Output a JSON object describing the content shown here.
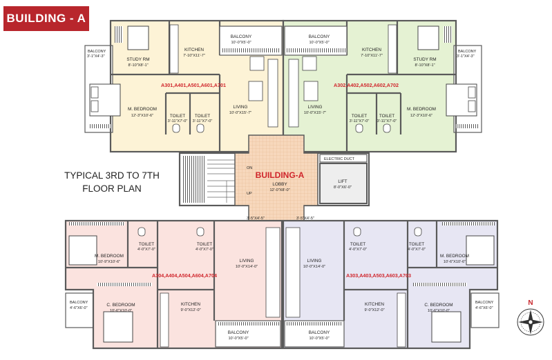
{
  "header": {
    "badge": "BUILDING - A"
  },
  "caption": {
    "line1": "TYPICAL 3RD TO 7TH",
    "line2": "FLOOR PLAN"
  },
  "core": {
    "building_label": "BUILDING-A",
    "lobby": "LOBBY",
    "lobby_dim": "12'-0\"X8'-0\"",
    "lift": "LIFT",
    "lift_dim": "8'-0\"X6'-0\"",
    "duct": "ELECTRIC DUCT",
    "stair_on": "ON",
    "stair_up": "UP",
    "passage_left": "3'-5\"X4'-5\"",
    "passage_right": "3'-5\"X4'-5\""
  },
  "labels": {
    "balcony": "BALCONY",
    "kitchen": "KITCHEN",
    "study": "STUDY RM",
    "master": "M. BEDROOM",
    "children": "C. BEDROOM",
    "toilet": "TOILET",
    "living": "LIVING"
  },
  "units": {
    "a01": {
      "code": "A301,A401,A501,A601,A701",
      "balcony_dim": "10'-0\"X5'-0\"",
      "kitchen_dim": "7'-10\"X11'-7\"",
      "study_dim": "8'-10\"X8'-1\"",
      "side_balcony_dim": "3'-1\"X4'-3\"",
      "master_dim": "12'-3\"X10'-6\"",
      "toilet1_dim": "3'-11\"X7'-0\"",
      "toilet2_dim": "3'-11\"X7'-0\"",
      "living_dim": "10'-0\"X15'-7\""
    },
    "a02": {
      "code": "A302,A402,A502,A602,A702",
      "balcony_dim": "10'-0\"X5'-0\"",
      "kitchen_dim": "7'-10\"X11'-7\"",
      "study_dim": "8'-10\"X8'-1\"",
      "side_balcony_dim": "3'-1\"X4'-3\"",
      "master_dim": "12'-3\"X10'-6\"",
      "toilet1_dim": "3'-11\"X7'-0\"",
      "toilet2_dim": "3'-11\"X7'-0\"",
      "living_dim": "10'-0\"X15'-7\""
    },
    "a04": {
      "code": "A304,A404,A504,A604,A704",
      "toilet1_dim": "4'-0\"X7'-0\"",
      "toilet2_dim": "4'-0\"X7'-0\"",
      "master_dim": "10'-9\"X10'-6\"",
      "living_dim": "10'-0\"X14'-0\"",
      "side_balcony_dim": "4'-6\"X6'-0\"",
      "children_dim": "10'-6\"X10'-0\"",
      "kitchen_dim": "9'-0\"X12'-0\"",
      "balcony_dim": "10'-0\"X5'-0\""
    },
    "a03": {
      "code": "A303,A403,A503,A603,A703",
      "toilet1_dim": "4'-0\"X7'-0\"",
      "toilet2_dim": "4'-0\"X7'-0\"",
      "master_dim": "10'-6\"X10'-6\"",
      "living_dim": "10'-0\"X14'-0\"",
      "side_balcony_dim": "4'-6\"X6'-0\"",
      "children_dim": "10'-6\"X10'-0\"",
      "kitchen_dim": "9'-0\"X12'-0\"",
      "balcony_dim": "10'-0\"X5'-0\""
    }
  },
  "compass": {
    "north": "N"
  },
  "colors": {
    "unit_a01": "#fdf3d6",
    "unit_a02": "#e5f2d3",
    "unit_a04": "#fbe3df",
    "unit_a03": "#e7e6f3",
    "lobby": "#f7d8bc",
    "wall": "#5a5a5a",
    "red": "#d0262c"
  }
}
